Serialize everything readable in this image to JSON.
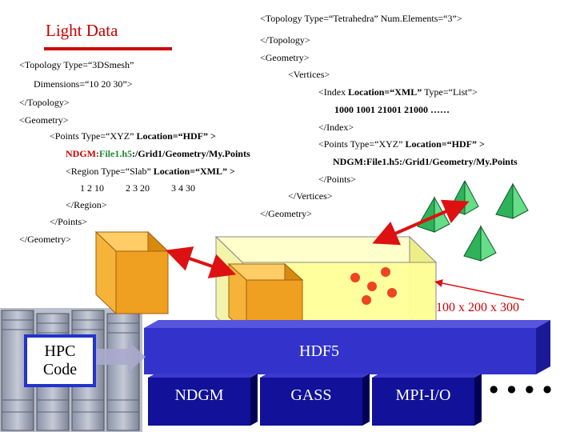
{
  "title": "Light Data",
  "left_xml": {
    "line1": "<Topology Type=“3DSmesh”",
    "line2": "Dimensions=“10 20 30”>",
    "line3": "</Topology>",
    "line4": "<Geometry>",
    "points_open": "<Points Type=“XYZ”",
    "points_loc": "Location=“HDF” >",
    "ndgm_prefix": "NDGM:",
    "ndgm_file": "File1.h5",
    "ndgm_path": ":/Grid1/Geometry/My.Points",
    "region_open": "<Region   Type=“Slab”",
    "region_loc": "Location=“XML” >",
    "region_values": [
      "1  2  10",
      "2  3  20",
      "3  4  30"
    ],
    "region_close": "</Region>",
    "points_close": "</Points>",
    "geometry_close": "</Geometry>"
  },
  "right_xml": {
    "topology_open": "<Topology Type=“Tetrahedra” Num.Elements=“3”>",
    "topology_close": "</Topology>",
    "geometry_open": "<Geometry>",
    "vertices_open": "<Vertices>",
    "index_open": "<Index",
    "index_loc": "Location=“XML”",
    "index_type": "Type=“List”>",
    "index_values": "1000 1001 21001 21000  ……",
    "index_close": "</Index>",
    "points_open": "<Points Type=“XYZ”",
    "points_loc": "Location=“HDF” >",
    "points_path": "NDGM:File1.h5:/Grid1/Geometry/My.Points",
    "points_close": "</Points>",
    "vertices_close": "</Vertices>",
    "geometry_close": "</Geometry>"
  },
  "dimensions_label": "100 x 200 x 300",
  "hpc_label_line1": "HPC",
  "hpc_label_line2": "Code",
  "hdf5_label": "HDF5",
  "modules": [
    "NDGM",
    "GASS",
    "MPI-I/O"
  ],
  "ellipsis": "● ● ● ●",
  "colors": {
    "title_red": "#cc0000",
    "arrow_red": "#dd1111",
    "box_yellow": "#ffff99",
    "cube_orange": "#f0a020",
    "hdf5_blue": "#3333cc",
    "module_blue": "#111199",
    "pyramid_green": "#33cc66",
    "hpc_border": "#2233cc"
  },
  "icons": [
    "hpc-rack-image",
    "yellow-data-box",
    "orange-cube",
    "green-tetrahedra",
    "red-spheres"
  ]
}
